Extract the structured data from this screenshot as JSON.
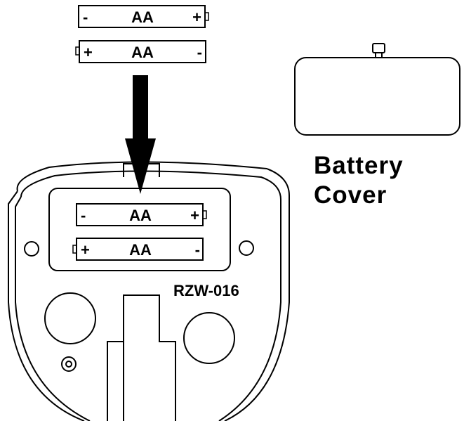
{
  "colors": {
    "stroke": "#000000",
    "background": "#ffffff"
  },
  "loose_batteries": [
    {
      "label": "AA",
      "left_symbol": "-",
      "right_symbol": "+",
      "terminal": "right"
    },
    {
      "label": "AA",
      "left_symbol": "+",
      "right_symbol": "-",
      "terminal": "left"
    }
  ],
  "installed_batteries": [
    {
      "label": "AA",
      "left_symbol": "-",
      "right_symbol": "+",
      "terminal": "right"
    },
    {
      "label": "AA",
      "left_symbol": "+",
      "right_symbol": "-",
      "terminal": "left"
    }
  ],
  "battery_cover": {
    "line1": "Battery",
    "line2": "Cover"
  },
  "device": {
    "model": "RZW-016"
  },
  "arrow": {
    "direction": "down"
  }
}
